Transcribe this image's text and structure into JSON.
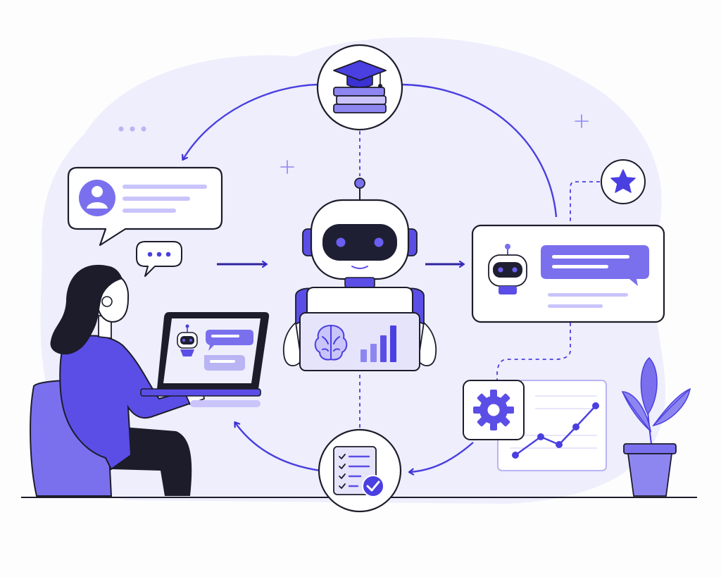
{
  "diagram": {
    "nodes": [
      {
        "id": "user",
        "icon": "woman-at-laptop-icon"
      },
      {
        "id": "user-message",
        "icon": "user-chat-bubble-icon"
      },
      {
        "id": "typing",
        "icon": "typing-indicator-icon"
      },
      {
        "id": "ai-assistant",
        "icon": "robot-icon"
      },
      {
        "id": "ai-response",
        "icon": "robot-chat-card-icon"
      },
      {
        "id": "learning",
        "icon": "graduation-cap-books-icon"
      },
      {
        "id": "rating",
        "icon": "star-icon"
      },
      {
        "id": "settings",
        "icon": "gear-icon"
      },
      {
        "id": "analytics",
        "icon": "line-chart-icon"
      },
      {
        "id": "task-complete",
        "icon": "checklist-icon"
      },
      {
        "id": "plant",
        "icon": "potted-plant-icon"
      }
    ],
    "edges": [
      {
        "from": "learning",
        "to": "user-message",
        "style": "solid-arc"
      },
      {
        "from": "learning",
        "to": "ai-response",
        "style": "solid-arc"
      },
      {
        "from": "user-message",
        "to": "ai-assistant",
        "style": "arrow"
      },
      {
        "from": "ai-assistant",
        "to": "ai-response",
        "style": "arrow"
      },
      {
        "from": "learning",
        "to": "ai-assistant",
        "style": "dashed"
      },
      {
        "from": "ai-assistant",
        "to": "task-complete",
        "style": "dashed"
      },
      {
        "from": "rating",
        "to": "ai-response",
        "style": "dashed"
      },
      {
        "from": "ai-response",
        "to": "settings",
        "style": "dashed"
      },
      {
        "from": "analytics",
        "to": "task-complete",
        "style": "solid-arc"
      },
      {
        "from": "task-complete",
        "to": "user",
        "style": "solid-arc"
      }
    ],
    "colors": {
      "accent": "#5b4ee6",
      "accent_light": "#8e86f0",
      "accent_pale": "#c9c4fa",
      "blob": "#eeeefc",
      "outline": "#1c1c2b",
      "robot_face": "#1f1f33",
      "robot_eye": "#6a5ff0"
    }
  }
}
